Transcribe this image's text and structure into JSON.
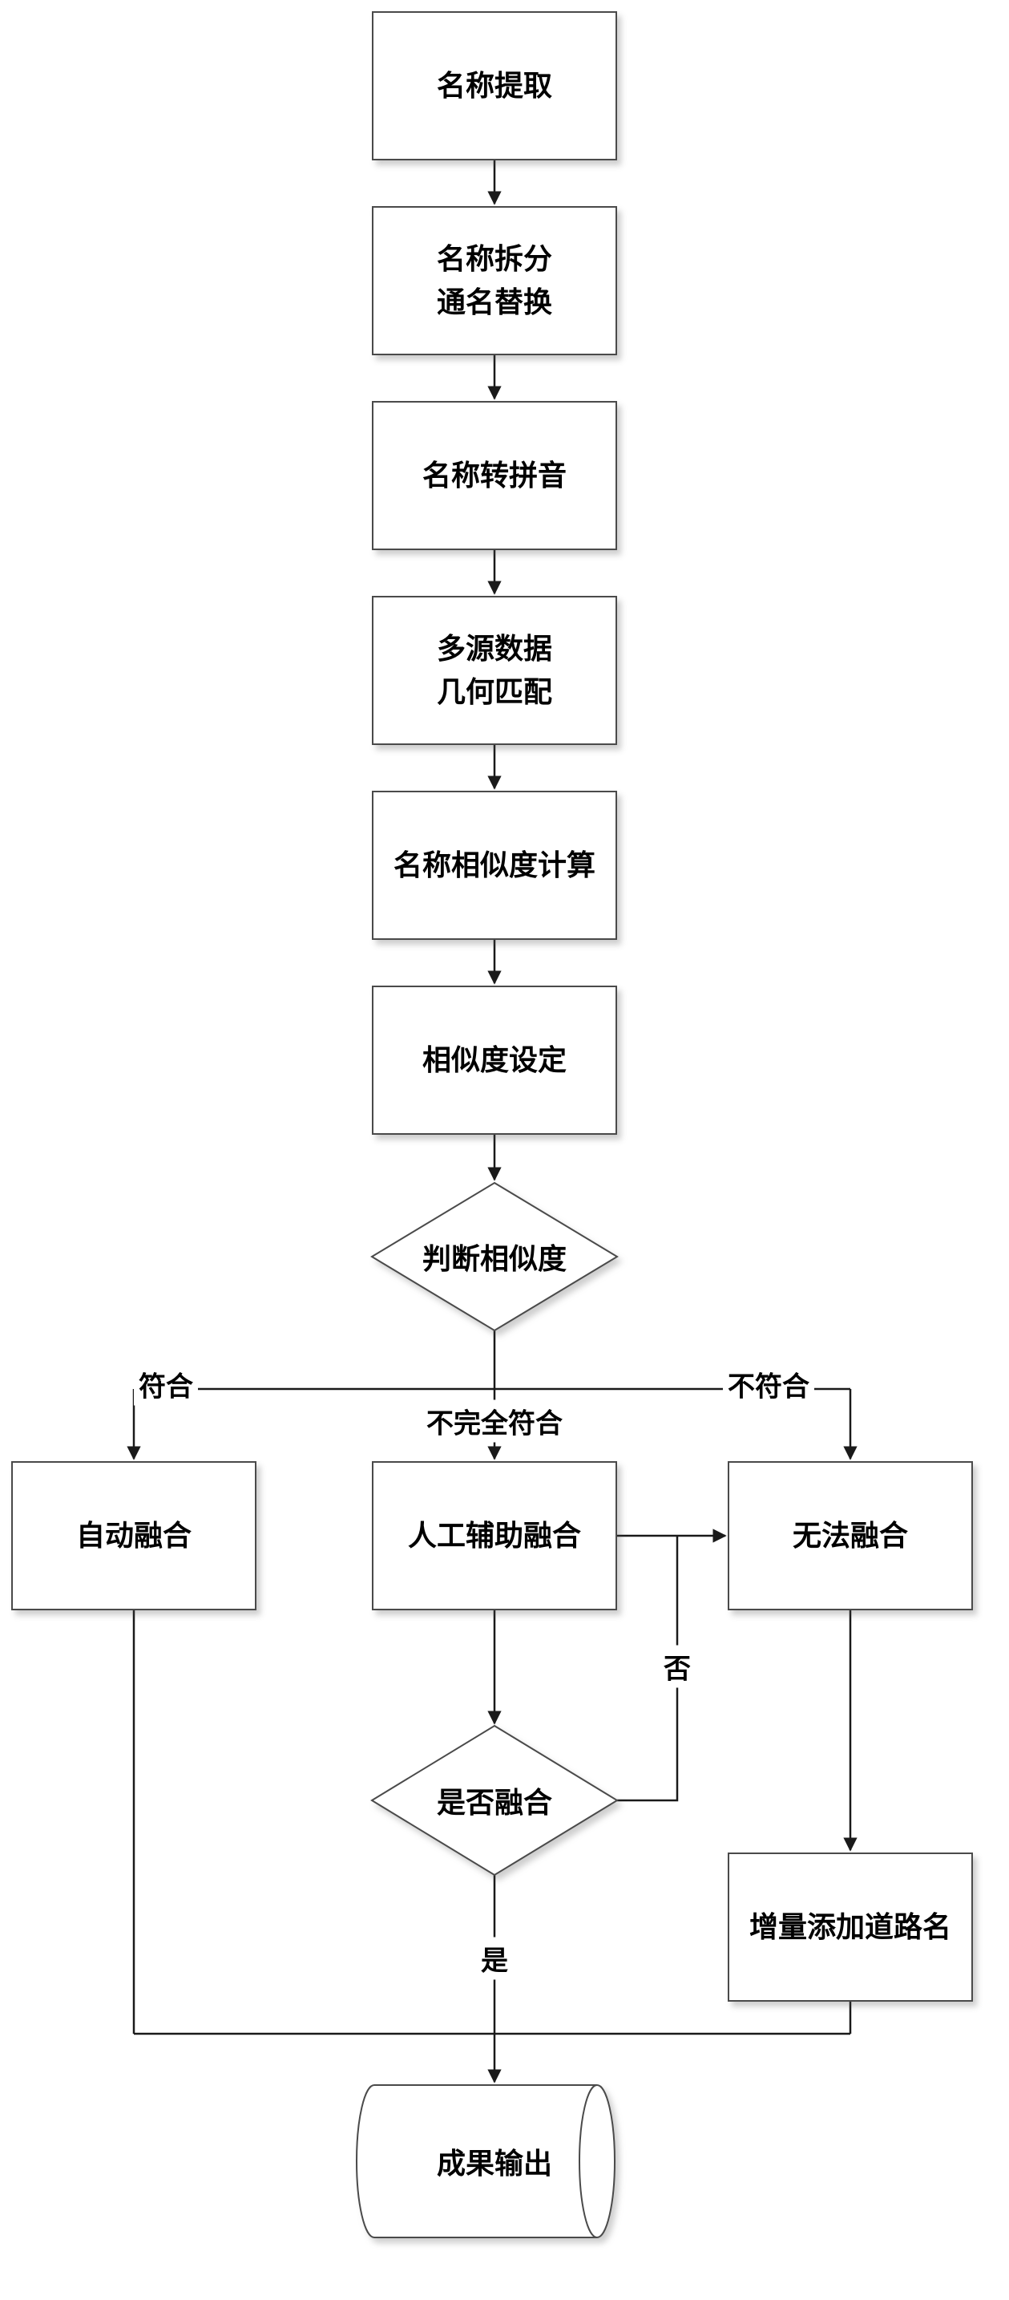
{
  "diagram_type": "flowchart",
  "colors": {
    "background": "#ffffff",
    "node_fill": "#ffffff",
    "node_border": "#4a4a4a",
    "line": "#1a1a1a",
    "text": "#000000"
  },
  "nodes": {
    "extract": {
      "label": "名称提取",
      "shape": "rect"
    },
    "split_replace": {
      "label": "名称拆分\n通名替换",
      "shape": "rect"
    },
    "to_pinyin": {
      "label": "名称转拼音",
      "shape": "rect"
    },
    "geometry_match": {
      "label": "多源数据\n几何匹配",
      "shape": "rect"
    },
    "similarity_calc": {
      "label": "名称相似度计算",
      "shape": "rect"
    },
    "similarity_set": {
      "label": "相似度设定",
      "shape": "rect"
    },
    "judge_similarity": {
      "label": "判断相似度",
      "shape": "diamond"
    },
    "auto_fuse": {
      "label": "自动融合",
      "shape": "rect"
    },
    "manual_fuse": {
      "label": "人工辅助融合",
      "shape": "rect"
    },
    "cannot_fuse": {
      "label": "无法融合",
      "shape": "rect"
    },
    "fuse_decision": {
      "label": "是否融合",
      "shape": "diamond"
    },
    "incremental_add": {
      "label": "增量添加道路名",
      "shape": "rect"
    },
    "output": {
      "label": "成果输出",
      "shape": "cylinder"
    }
  },
  "edge_labels": {
    "match": "符合",
    "partial_match": "不完全符合",
    "no_match": "不符合",
    "no": "否",
    "yes": "是"
  }
}
